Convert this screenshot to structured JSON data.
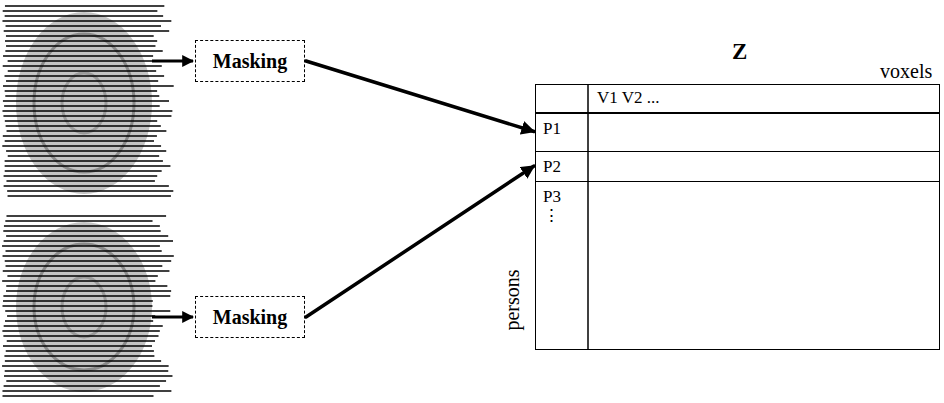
{
  "diagram": {
    "nodes": [
      {
        "text": [
          "Masking"
        ]
      },
      {
        "text": [
          "Masking"
        ]
      },
      {
        "text": [
          "Z"
        ]
      },
      {
        "text": [
          "P1"
        ],
        "in": 2
      },
      {
        "text": [
          "P2"
        ],
        "in": 2
      },
      {
        "text": [
          "P3",
          "⋮"
        ],
        "in": 2
      }
    ],
    "edges": [
      {
        "from": 0,
        "to": 3,
        "arrow": "to"
      },
      {
        "from": 1,
        "to": 4,
        "arrow": "to"
      }
    ],
    "labels": [
      "voxels",
      "V1 V2 ...",
      "persons"
    ]
  }
}
